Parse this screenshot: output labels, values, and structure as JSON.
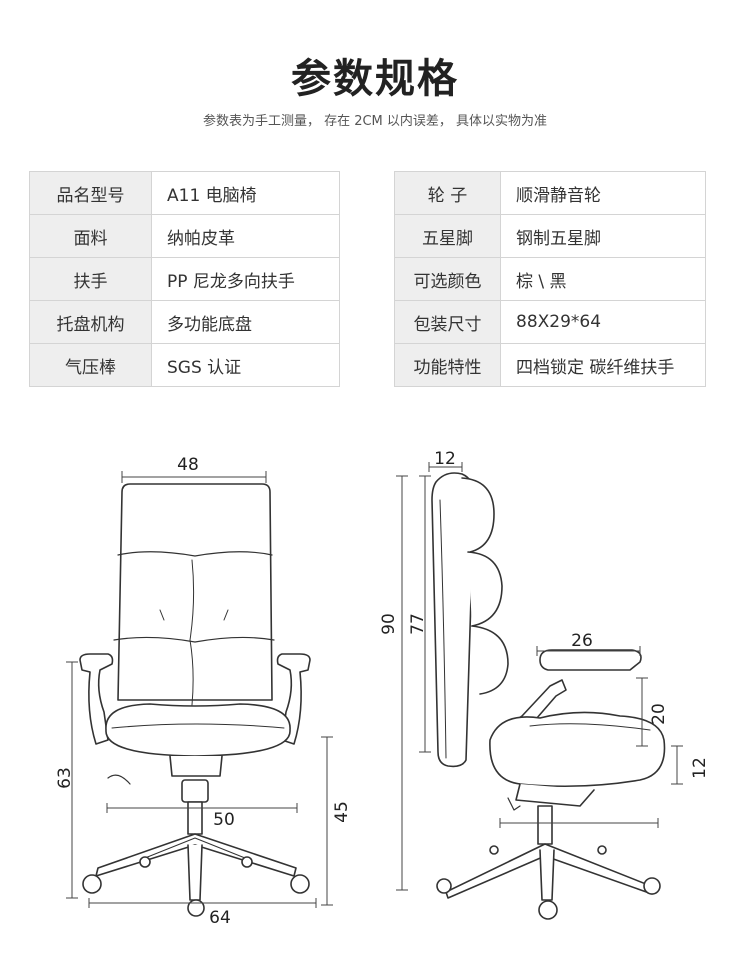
{
  "header": {
    "title": "参数规格",
    "subtitle": "参数表为手工测量， 存在 2CM 以内误差， 具体以实物为准"
  },
  "specs_left": [
    {
      "key": "品名型号",
      "value": "A11 电脑椅"
    },
    {
      "key": "面料",
      "value": "纳帕皮革"
    },
    {
      "key": "扶手",
      "value": "PP 尼龙多向扶手"
    },
    {
      "key": "托盘机构",
      "value": "多功能底盘"
    },
    {
      "key": "气压棒",
      "value": "SGS 认证"
    }
  ],
  "specs_right": [
    {
      "key": "轮 子",
      "value": "顺滑静音轮"
    },
    {
      "key": "五星脚",
      "value": "钢制五星脚"
    },
    {
      "key": "可选颜色",
      "value": "棕 \\ 黑"
    },
    {
      "key": "包装尺寸",
      "value": "88X29*64"
    },
    {
      "key": "功能特性",
      "value": "四档锁定 碳纤维扶手"
    }
  ],
  "front_view": {
    "back_width": "48",
    "arm_height": "63",
    "seat_width": "50",
    "seat_height": "45",
    "base_width": "64"
  },
  "side_view": {
    "headrest_depth": "12",
    "total_height": "90",
    "back_height": "77",
    "armrest_length": "26",
    "armrest_height": "20",
    "seat_thickness": "12"
  }
}
